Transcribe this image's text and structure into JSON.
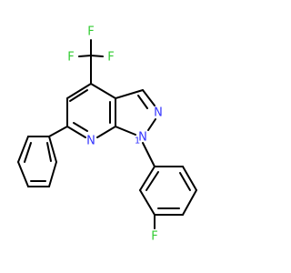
{
  "molecule": {
    "atoms": {
      "F1": {
        "symbol": "F",
        "color": "#33cc33"
      },
      "F2": {
        "symbol": "F",
        "color": "#33cc33"
      },
      "F3": {
        "symbol": "F",
        "color": "#33cc33"
      },
      "N_pyrazole": {
        "symbol": "N",
        "color": "#3333ff"
      },
      "N1": {
        "symbol": "N",
        "color": "#3333ff"
      },
      "N1_locant": {
        "symbol": "1",
        "color": "#3333ff"
      },
      "N_pyridine": {
        "symbol": "N",
        "color": "#3333ff"
      },
      "F_aryl": {
        "symbol": "F",
        "color": "#33cc33"
      }
    },
    "bond_color": "#000000"
  }
}
